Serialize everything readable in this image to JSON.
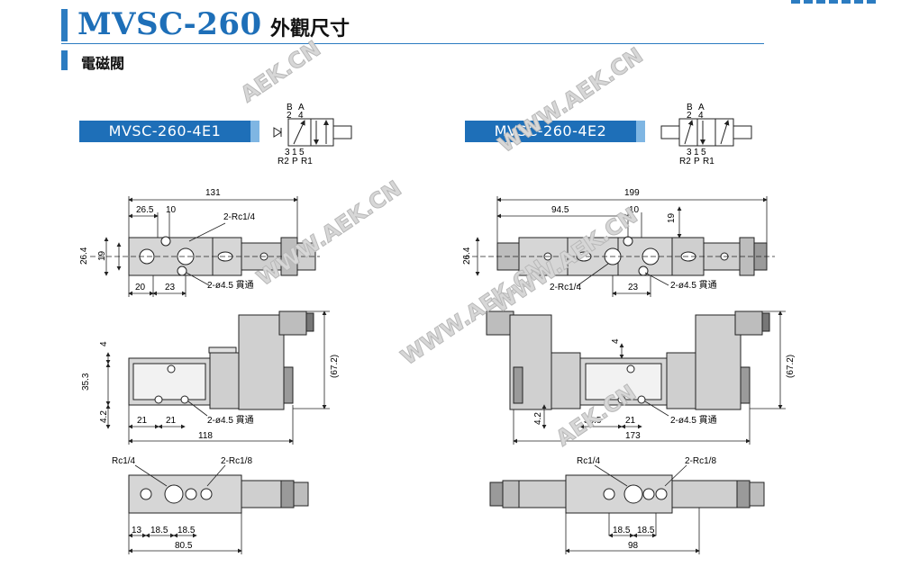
{
  "header": {
    "model": "MVSC-260",
    "title_suffix": "外觀尺寸",
    "section": "電磁閥"
  },
  "watermarks": [
    "AEK.CN",
    "WWW.AEK.CN",
    "WWW.AEK.CN",
    "WWW.AEK.CN",
    "WWW.AEK.CN",
    "AEK.CN"
  ],
  "models": {
    "left": {
      "label": "MVSC-260-4E1",
      "symbol_top": {
        "b": "B",
        "a": "A",
        "n2": "2",
        "n4": "4"
      },
      "symbol_bottom": {
        "n3": "3",
        "n1": "1",
        "n5": "5",
        "r2": "R2",
        "p": "P",
        "r1": "R1"
      },
      "dims": {
        "top_overall": "131",
        "top_d1": "26.5",
        "top_d2": "10",
        "top_port": "2-Rc1/4",
        "top_h1": "26.4",
        "top_h2": "19",
        "top_b1": "20",
        "top_b2": "23",
        "top_hole": "2-ø4.5 貫通",
        "front_h1": "4",
        "front_h2": "35.3",
        "front_h3": "4.2",
        "front_b1": "21",
        "front_b2": "21",
        "front_hole": "2-ø4.5 貫通",
        "front_overall": "118",
        "front_height": "(67.2)",
        "bottom_port_left": "Rc1/4",
        "bottom_port_right": "2-Rc1/8",
        "bottom_d1": "13",
        "bottom_d2": "18.5",
        "bottom_d3": "18.5",
        "bottom_overall": "80.5"
      }
    },
    "right": {
      "label": "MVSC-260-4E2",
      "symbol_top": {
        "b": "B",
        "a": "A",
        "n2": "2",
        "n4": "4"
      },
      "symbol_bottom": {
        "n3": "3",
        "n1": "1",
        "n5": "5",
        "r2": "R2",
        "p": "P",
        "r1": "R1"
      },
      "dims": {
        "top_overall": "199",
        "top_d1": "94.5",
        "top_d2": "10",
        "top_h2": "19",
        "top_h1": "26.4",
        "top_port": "2-Rc1/4",
        "top_b1": "23",
        "top_hole": "2-ø4.5 貫通",
        "front_h1": "4",
        "front_h3": "4.2",
        "front_b1": "38.5",
        "front_b2": "21",
        "front_hole": "2-ø4.5 貫通",
        "front_overall": "173",
        "front_height": "(67.2)",
        "bottom_port_left": "Rc1/4",
        "bottom_port_right": "2-Rc1/8",
        "bottom_d2": "18.5",
        "bottom_d3": "18.5",
        "bottom_overall": "98"
      }
    }
  },
  "colors": {
    "brand_blue": "#1e6fb8",
    "tag_light": "#7fb6e3",
    "body_gray": "#d6d6d6",
    "line": "#222222"
  }
}
